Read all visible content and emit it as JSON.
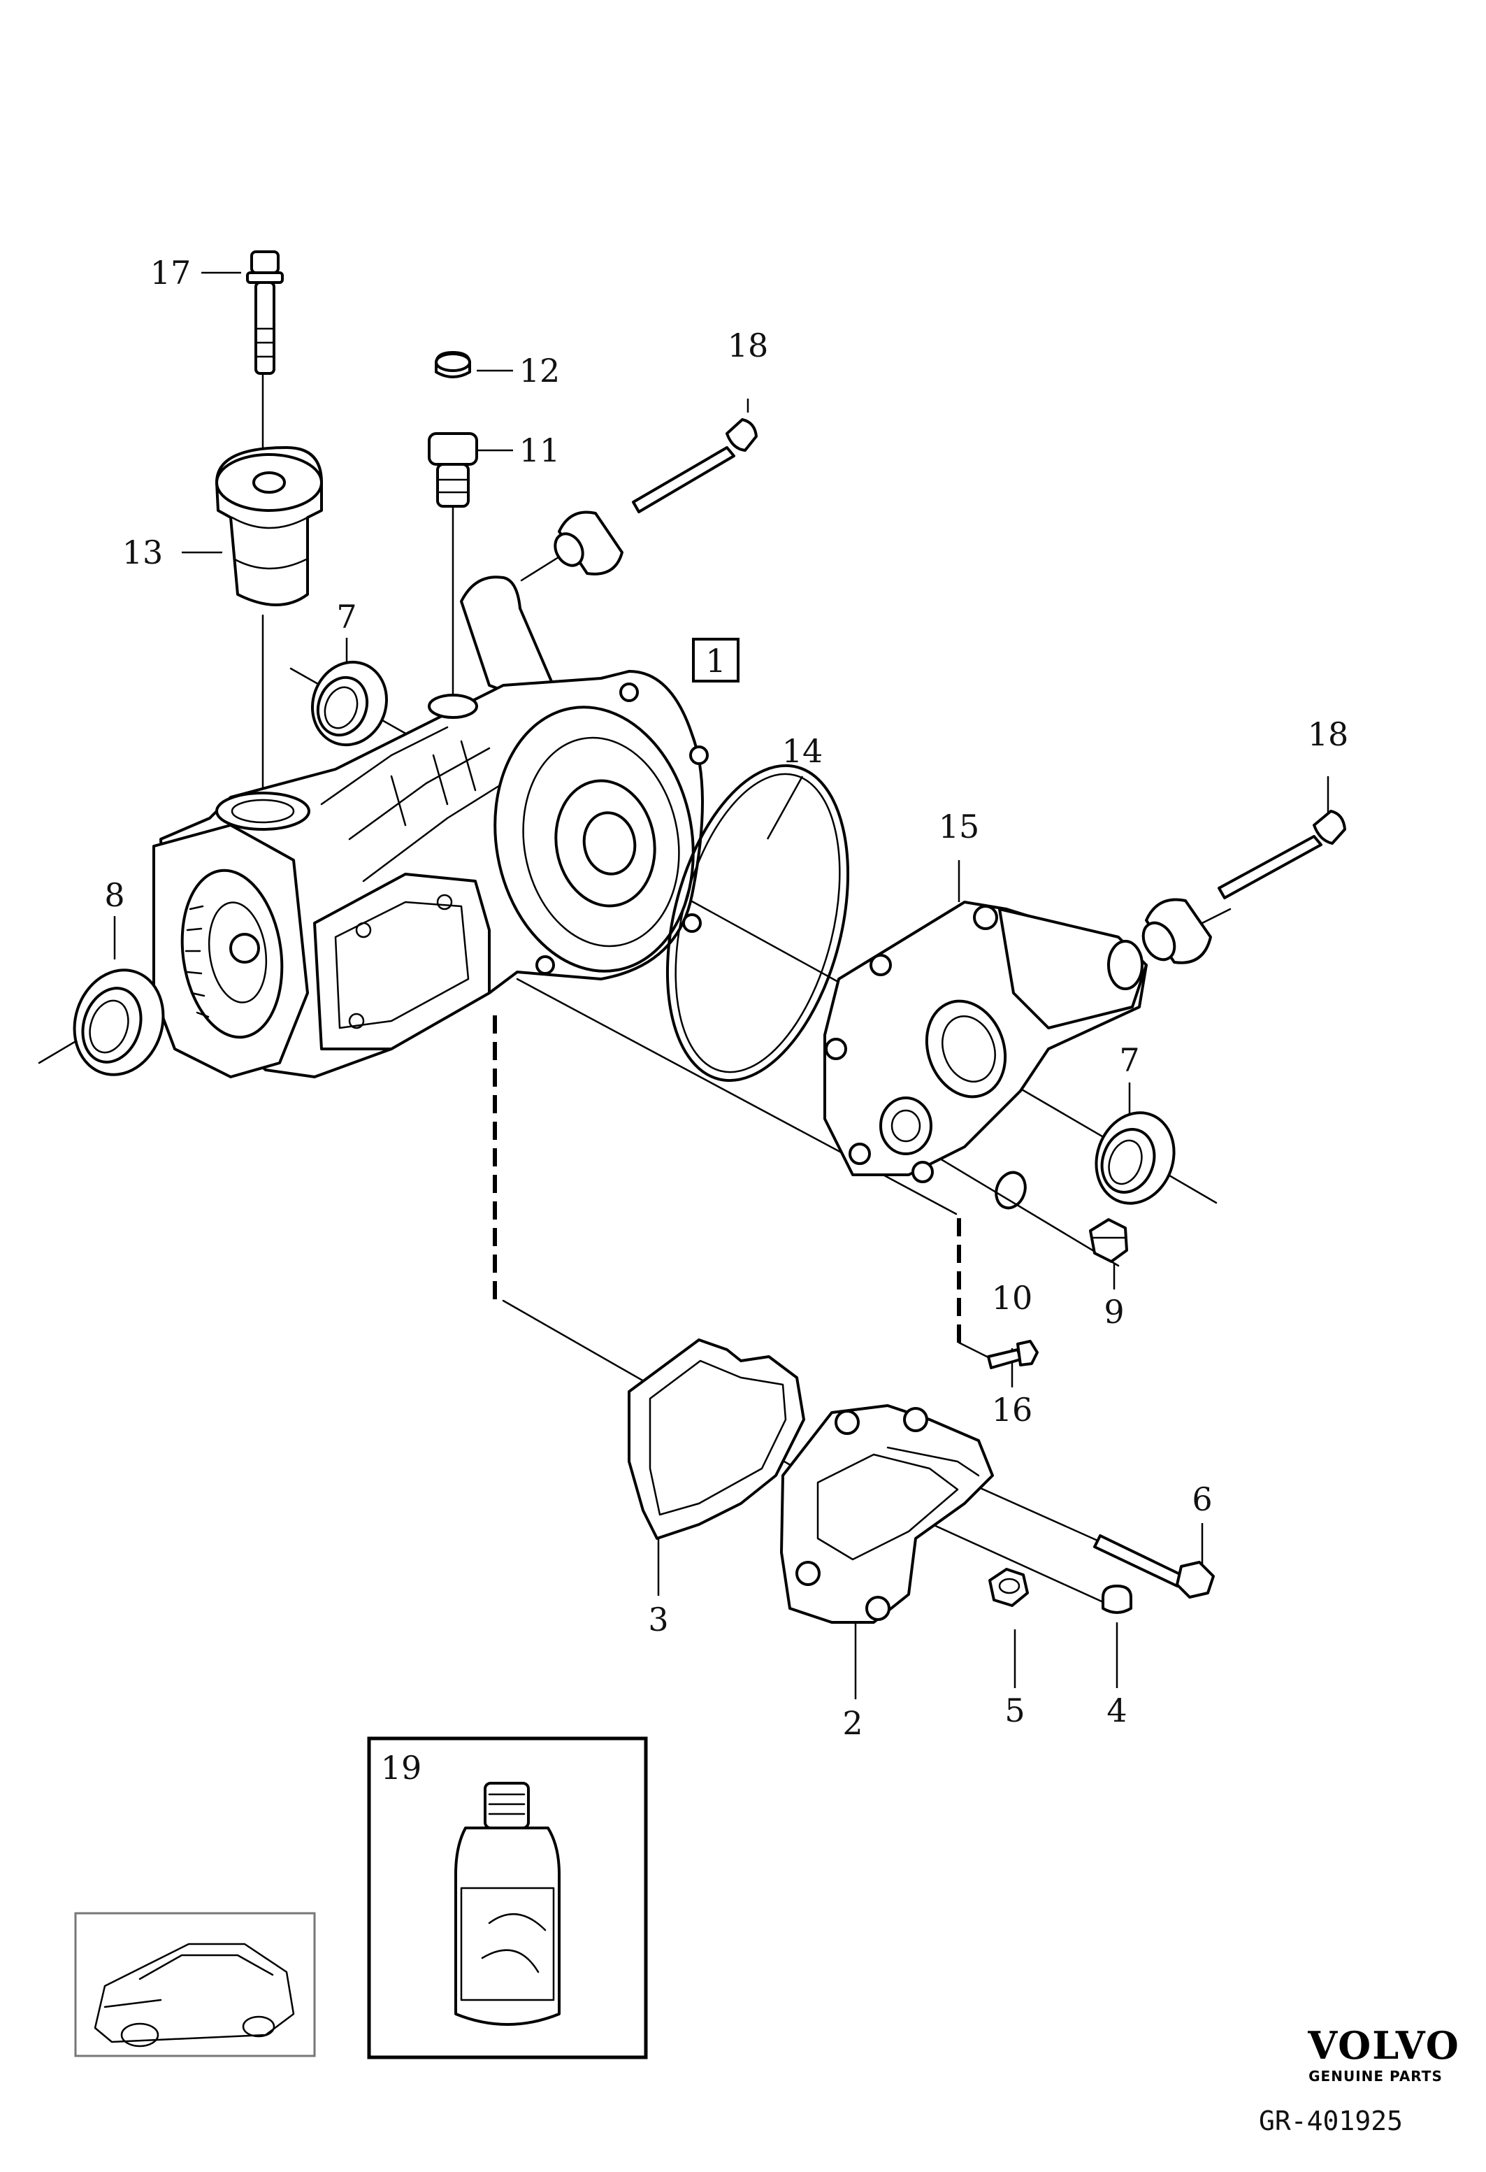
{
  "diagram": {
    "callouts": [
      "1",
      "2",
      "3",
      "4",
      "5",
      "6",
      "7",
      "7",
      "8",
      "9",
      "10",
      "11",
      "12",
      "13",
      "14",
      "15",
      "16",
      "17",
      "18",
      "18",
      "19"
    ],
    "brand": {
      "name": "VOLVO",
      "tagline": "GENUINE PARTS"
    },
    "reference": "GR-401925",
    "colors": {
      "line": "#000000",
      "background": "#ffffff"
    }
  }
}
